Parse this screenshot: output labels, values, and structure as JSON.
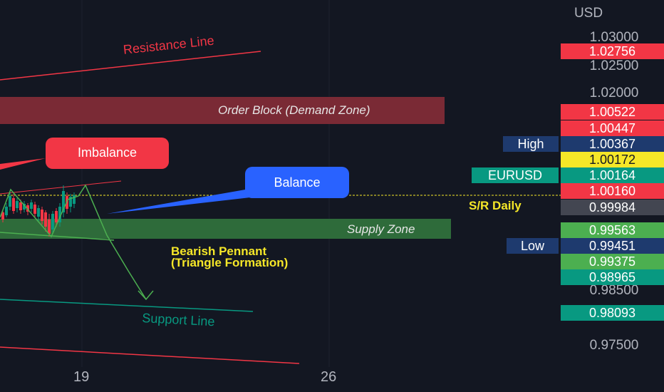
{
  "currency": "USD",
  "price_axis": [
    "1.03000",
    "1.02500",
    "1.02000",
    "0.98500",
    "0.97500"
  ],
  "dates": [
    "19",
    "26"
  ],
  "price_tags": {
    "resistance": "1.02756",
    "order_block_top": "1.00522",
    "order_block_bottom": "1.00447",
    "high": "1.00367",
    "level_yellow": "1.00172",
    "eurusd": "1.00164",
    "current": "1.00160",
    "sr_daily": "0.99984",
    "supply_top": "0.99563",
    "low": "0.99451",
    "green_mid": "0.99375",
    "green_low": "0.98965",
    "support": "0.98093"
  },
  "name_tags": {
    "high": "High",
    "eurusd": "EURUSD",
    "low": "Low"
  },
  "annotations": {
    "resistance_line": "Resistance Line",
    "order_block": "Order Block (Demand Zone)",
    "imbalance": "Imbalance",
    "balance": "Balance",
    "sr_daily": "S/R Daily",
    "supply_zone": "Supply Zone",
    "pennant_line1": "Bearish Pennant",
    "pennant_line2": "(Triangle Formation)",
    "support_line": "Support Line"
  },
  "colors": {
    "background": "#131722",
    "red": "#f23645",
    "green": "#089981",
    "navy": "#1e3a6e",
    "yellow": "#f5e728",
    "grey": "#434651",
    "blue": "#2962ff",
    "bright_green": "#4caf50"
  }
}
